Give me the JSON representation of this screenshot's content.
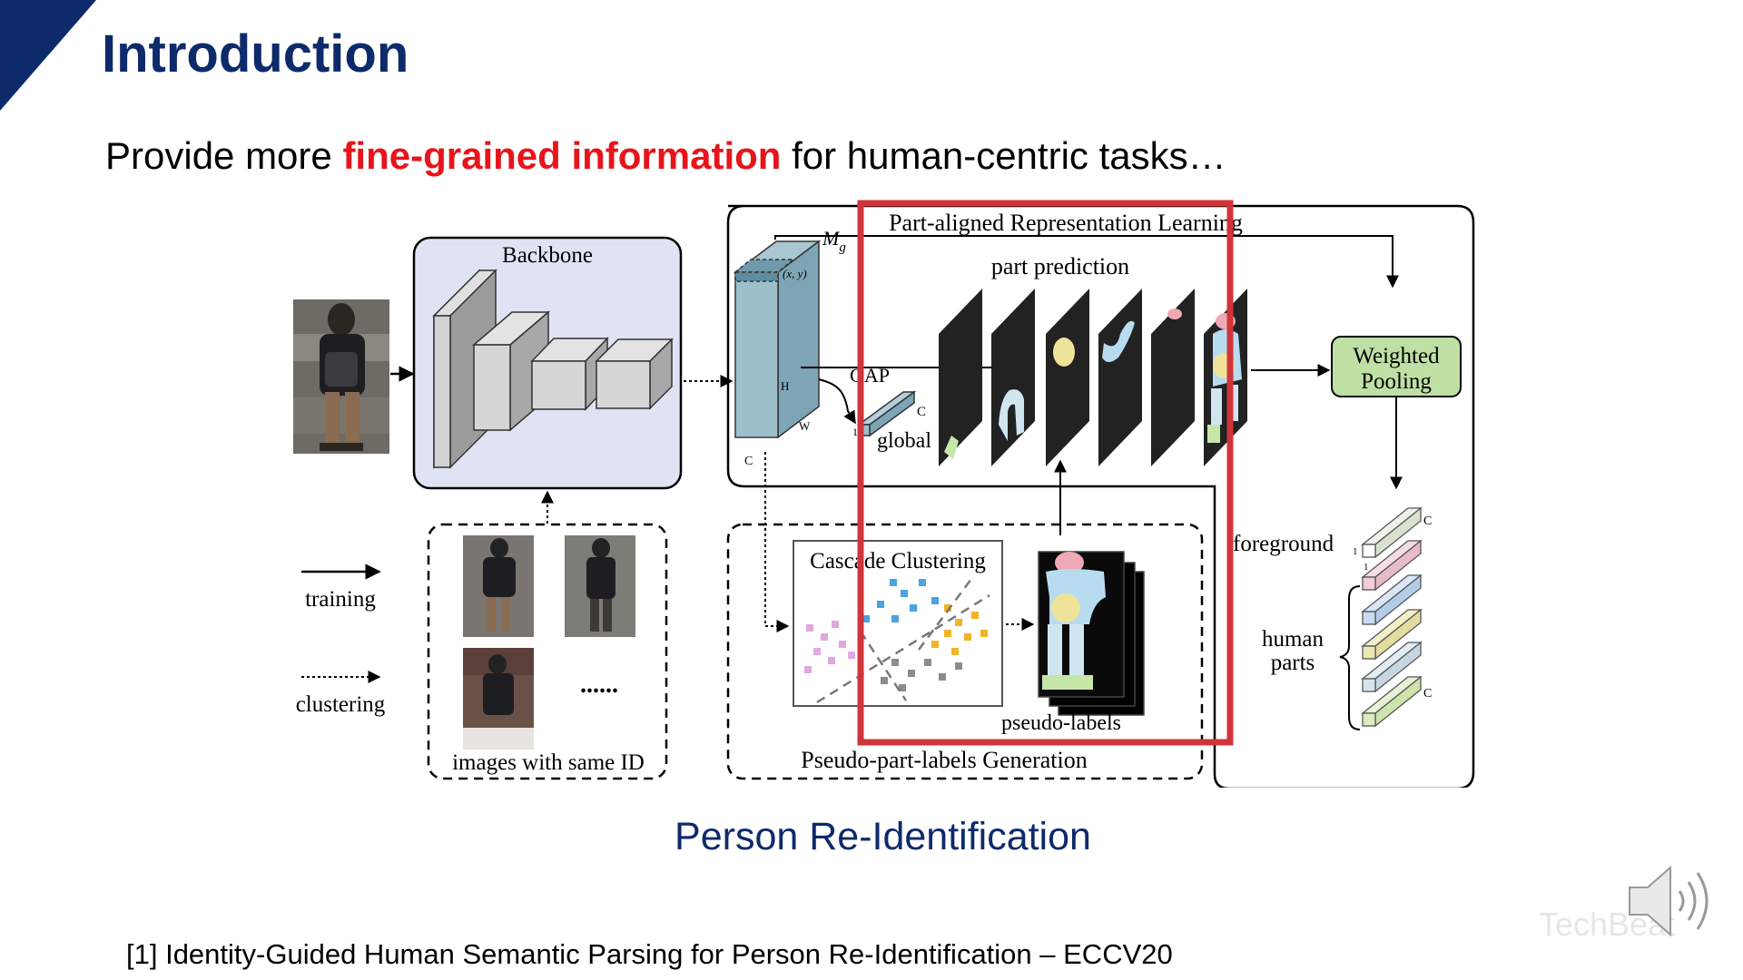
{
  "slide": {
    "title": "Introduction",
    "subtitle_pre": "Provide more ",
    "subtitle_highlight": "fine-grained information",
    "subtitle_post": " for human-centric tasks…",
    "caption": "Person Re-Identification",
    "reference": "[1] Identity-Guided Human Semantic Parsing for Person Re-Identification – ECCV20",
    "watermark": "TechBeat"
  },
  "diagram": {
    "backbone": "Backbone",
    "mg": "M",
    "mg_sub": "g",
    "xy": "(x, y)",
    "dim_h": "H",
    "dim_w": "W",
    "dim_c": "C",
    "gap": "GAP",
    "global_c": "C",
    "global_1a": "1",
    "global_1b": "1",
    "global": "global",
    "prl_title": "Part-aligned Representation Learning",
    "part_prediction": "part prediction",
    "weighted_1": "Weighted",
    "weighted_2": "Pooling",
    "foreground": "foreground",
    "fg_1": "1",
    "fg_1b": "1",
    "fg_c": "C",
    "human": "human",
    "parts": "parts",
    "parts_c": "C",
    "legend_training": "training",
    "legend_clustering": "clustering",
    "same_id": "images with same ID",
    "ellipsis": "......",
    "cascade": "Cascade Clustering",
    "pseudo_labels": "pseudo-labels",
    "ppl_generation": "Pseudo-part-labels Generation"
  },
  "colors": {
    "navy": "#0d2a6b",
    "highlight_red": "#e8141b",
    "box_red": "#d0353a",
    "backbone_fill": "#dfe3f3",
    "pooling_fill": "#bfe0a4"
  }
}
